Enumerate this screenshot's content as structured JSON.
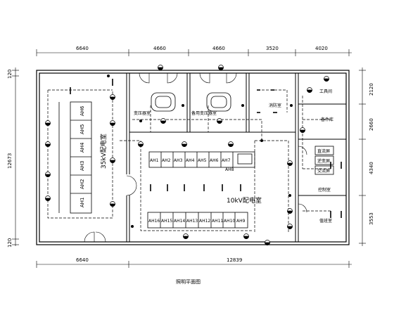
{
  "dimensions": {
    "top": [
      "6640",
      "4660",
      "4660",
      "3520",
      "4020"
    ],
    "bottom": [
      "6640",
      "12839"
    ],
    "left_total": "12673",
    "left_small_top": "120",
    "left_small_bottom": "120",
    "right": [
      "2120",
      "2660",
      "4340",
      "3553"
    ]
  },
  "rooms": {
    "room_35kv": "35kV配电室",
    "room_10kv": "10kV配电室",
    "transformer_1": "变压器室",
    "transformer_2": "备用变压器室",
    "fire_room": "消防室",
    "tool_room": "工具间",
    "spare_room": "备件库",
    "dc_screen": "直流屏",
    "inverter_screen": "逆变屏",
    "ac_screen": "交流屏",
    "control_room": "控制室",
    "duty_room": "值班室"
  },
  "cabinets_35kv": [
    "AH6",
    "AH5",
    "AH4",
    "AH3",
    "AH2",
    "AH1"
  ],
  "cabinets_10kv_top": [
    "AH1",
    "AH2",
    "AH3",
    "AH4",
    "AH5",
    "AH6",
    "AH7",
    "AH8"
  ],
  "cabinets_10kv_bottom": [
    "AH16",
    "AH15",
    "AH14",
    "AH13",
    "AH12",
    "AH11",
    "AH10",
    "AH9"
  ],
  "caption": "照明平面图"
}
